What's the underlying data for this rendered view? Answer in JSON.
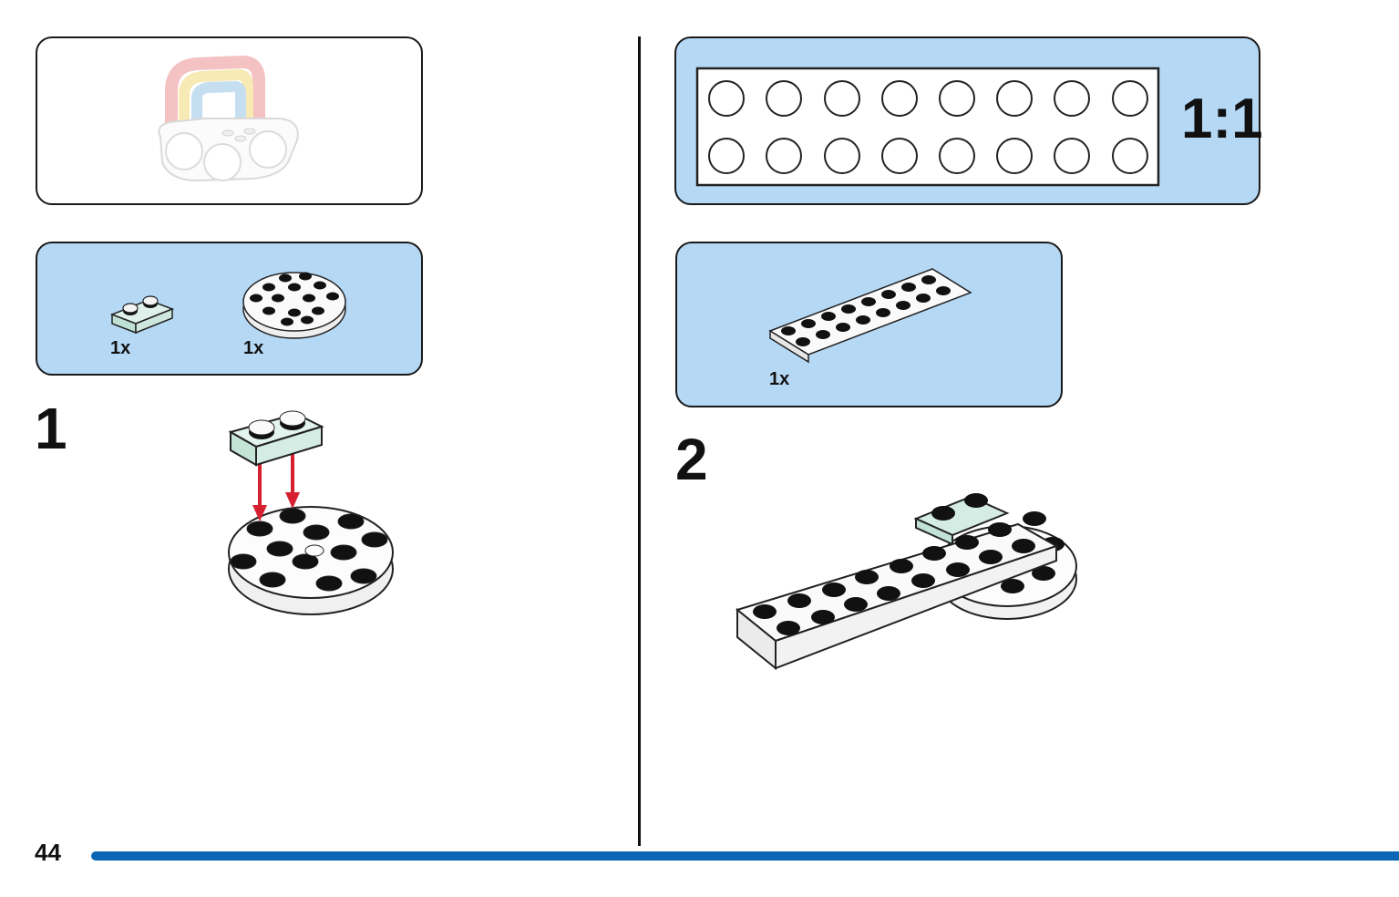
{
  "page": {
    "number": "44"
  },
  "preview": {
    "icon": "rainbow-cloud-model"
  },
  "parts_list_1": {
    "items": [
      {
        "icon": "plate-1x2-mint",
        "qty": "1x"
      },
      {
        "icon": "round-plate-4x4-white",
        "qty": "1x"
      }
    ]
  },
  "step_1": {
    "number": "1"
  },
  "scale_box": {
    "label": "1:1"
  },
  "parts_list_2": {
    "items": [
      {
        "icon": "plate-2x8-white",
        "qty": "1x"
      }
    ]
  },
  "step_2": {
    "number": "2"
  },
  "colors": {
    "callout_blue": "#b5d8f5",
    "bar_blue": "#0a66b4",
    "arrow_red": "#d62030",
    "mint": "#d4ece4"
  }
}
